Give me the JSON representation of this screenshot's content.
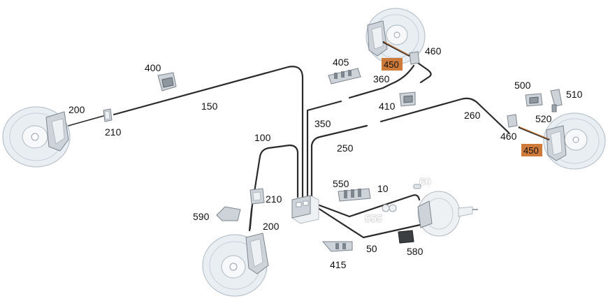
{
  "labels": {
    "l200_left": "200",
    "l210_left": "210",
    "l400": "400",
    "l150": "150",
    "l405": "405",
    "l350": "350",
    "l360": "360",
    "l410": "410",
    "l450_top": "450",
    "l460_top": "460",
    "l250": "250",
    "l260": "260",
    "l500": "500",
    "l510": "510",
    "l520": "520",
    "l460_right": "460",
    "l450_right": "450",
    "l100": "100",
    "l210_mid": "210",
    "l590": "590",
    "l200_mid": "200",
    "l550": "550",
    "l10": "10",
    "l60": "60",
    "l555": "555",
    "l50": "50",
    "l580": "580",
    "l415": "415"
  },
  "colors": {
    "highlight": "#cd7a3a",
    "pipe": "#2a2a2a",
    "disc": "#e9eef3"
  }
}
